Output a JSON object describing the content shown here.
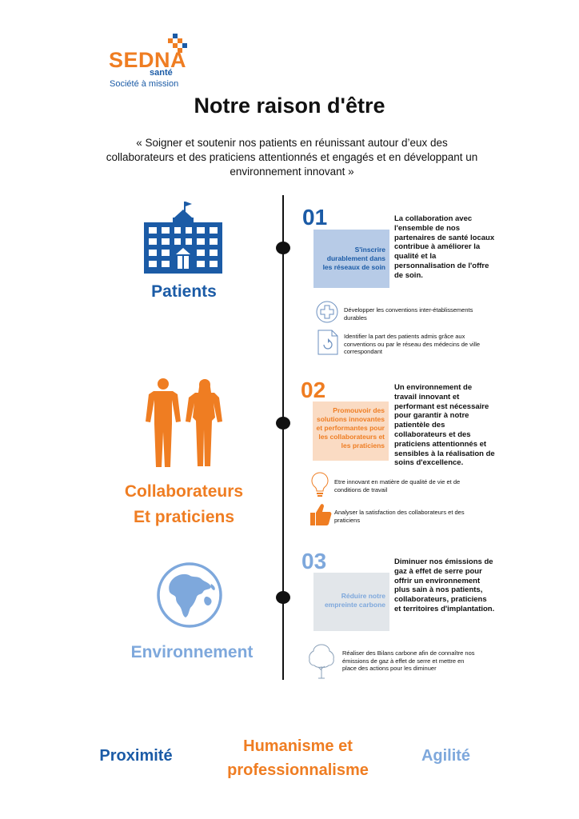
{
  "logo": {
    "name": "SEDNA",
    "sub": "santé",
    "tagline": "Société à mission"
  },
  "title": "Notre raison d'être",
  "quote": "«  Soigner et soutenir nos patients en réunissant autour d’eux des collaborateurs et des praticiens attentionnés et engagés et en développant un environnement innovant »",
  "colors": {
    "blue": "#1b5ba6",
    "orange": "#ef7d22",
    "lightblue": "#7ea8dc",
    "box_blue": "#b7cbe7",
    "box_orange": "#fadbc3",
    "box_grey": "#e2e6ea"
  },
  "sections": [
    {
      "category": "Patients",
      "icon": "hospital-building-icon",
      "number": "01",
      "box_text": "S'inscrire durablement dans les réseaux de soin",
      "description": "La collaboration avec l'ensemble de nos partenaires de santé locaux contribue à améliorer la qualité et la personnalisation de l'offre de soin.",
      "items": [
        {
          "icon": "medical-cross-icon",
          "text": "Développer les conventions inter-établissements durables"
        },
        {
          "icon": "document-refresh-icon",
          "text": "Identifier la part des patients admis grâce aux conventions ou par le réseau des médecins de ville correspondant"
        }
      ]
    },
    {
      "category_line1": "Collaborateurs",
      "category_line2": "Et praticiens",
      "icon": "people-silhouettes-icon",
      "number": "02",
      "box_text": "Promouvoir des solutions innovantes et performantes pour les collaborateurs et les praticiens",
      "description": "Un environnement de travail innovant et performant est nécessaire pour garantir à notre patientèle des collaborateurs et des praticiens attentionnés et sensibles à la réalisation de soins d'excellence.",
      "items": [
        {
          "icon": "lightbulb-icon",
          "text": "Etre innovant en matière de qualité de vie et de conditions de travail"
        },
        {
          "icon": "thumbs-up-icon",
          "text": "Analyser la satisfaction des collaborateurs et des praticiens"
        }
      ]
    },
    {
      "category": "Environnement",
      "icon": "globe-icon",
      "number": "03",
      "box_text": "Réduire notre empreinte carbone",
      "description": "Diminuer nos émissions de gaz à effet de serre pour offrir un environnement plus sain à nos patients, collaborateurs, praticiens et territoires d'implantation.",
      "items": [
        {
          "icon": "tree-icon",
          "text": "Réaliser des Bilans carbone afin de connaître nos émissions de gaz à effet de serre et mettre en place des actions pour les diminuer"
        }
      ]
    }
  ],
  "values": {
    "left": "Proximité",
    "center_line1": "Humanisme et",
    "center_line2": "professionnalisme",
    "right": "Agilité"
  }
}
